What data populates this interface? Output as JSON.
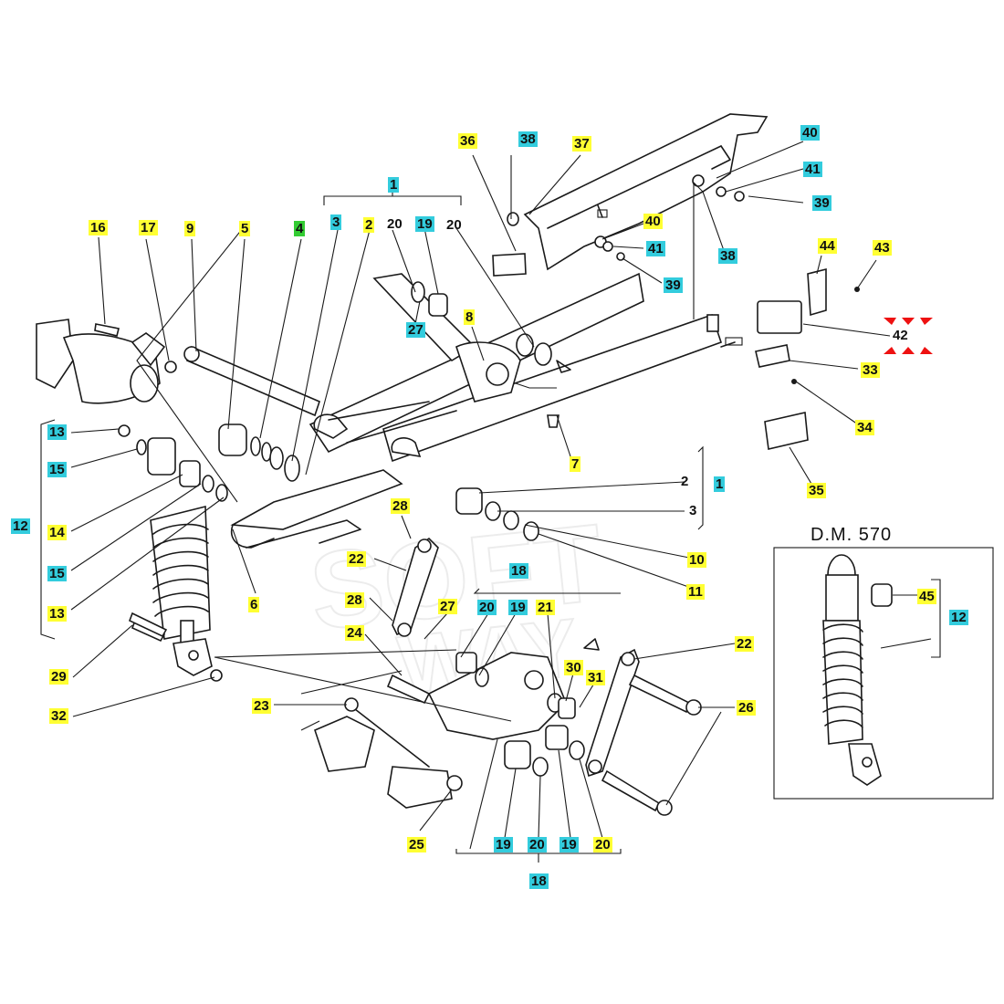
{
  "detail_title": "D.M. 570",
  "colors": {
    "yellow": "#ffff33",
    "cyan": "#33ccdd",
    "green": "#33cc33",
    "marker": "#ee1111"
  },
  "callouts": [
    {
      "text": "1",
      "hl": "cyan"
    },
    {
      "text": "36",
      "hl": "yellow"
    },
    {
      "text": "38",
      "hl": "cyan"
    },
    {
      "text": "37",
      "hl": "yellow"
    },
    {
      "text": "40",
      "hl": "cyan"
    },
    {
      "text": "41",
      "hl": "cyan"
    },
    {
      "text": "39",
      "hl": "cyan"
    },
    {
      "text": "40",
      "hl": "yellow"
    },
    {
      "text": "41",
      "hl": "cyan"
    },
    {
      "text": "39",
      "hl": "cyan"
    },
    {
      "text": "38",
      "hl": "cyan"
    },
    {
      "text": "44",
      "hl": "yellow"
    },
    {
      "text": "43",
      "hl": "yellow"
    },
    {
      "text": "33",
      "hl": "yellow"
    },
    {
      "text": "34",
      "hl": "yellow"
    },
    {
      "text": "35",
      "hl": "yellow"
    },
    {
      "text": "16",
      "hl": "yellow"
    },
    {
      "text": "17",
      "hl": "yellow"
    },
    {
      "text": "9",
      "hl": "yellow"
    },
    {
      "text": "5",
      "hl": "yellow"
    },
    {
      "text": "4",
      "hl": "green"
    },
    {
      "text": "3",
      "hl": "cyan"
    },
    {
      "text": "2",
      "hl": "yellow"
    },
    {
      "text": "20",
      "hl": "none"
    },
    {
      "text": "19",
      "hl": "cyan"
    },
    {
      "text": "20",
      "hl": "none"
    },
    {
      "text": "27",
      "hl": "cyan"
    },
    {
      "text": "8",
      "hl": "yellow"
    },
    {
      "text": "7",
      "hl": "yellow"
    },
    {
      "text": "2",
      "hl": "none"
    },
    {
      "text": "1",
      "hl": "cyan"
    },
    {
      "text": "3",
      "hl": "none"
    },
    {
      "text": "10",
      "hl": "yellow"
    },
    {
      "text": "11",
      "hl": "yellow"
    },
    {
      "text": "13",
      "hl": "cyan"
    },
    {
      "text": "15",
      "hl": "cyan"
    },
    {
      "text": "12",
      "hl": "cyan"
    },
    {
      "text": "14",
      "hl": "yellow"
    },
    {
      "text": "15",
      "hl": "cyan"
    },
    {
      "text": "13",
      "hl": "yellow"
    },
    {
      "text": "6",
      "hl": "yellow"
    },
    {
      "text": "28",
      "hl": "yellow"
    },
    {
      "text": "22",
      "hl": "yellow"
    },
    {
      "text": "18",
      "hl": "cyan"
    },
    {
      "text": "28",
      "hl": "yellow"
    },
    {
      "text": "27",
      "hl": "yellow"
    },
    {
      "text": "20",
      "hl": "cyan"
    },
    {
      "text": "19",
      "hl": "cyan"
    },
    {
      "text": "21",
      "hl": "yellow"
    },
    {
      "text": "24",
      "hl": "yellow"
    },
    {
      "text": "22",
      "hl": "yellow"
    },
    {
      "text": "26",
      "hl": "yellow"
    },
    {
      "text": "30",
      "hl": "yellow"
    },
    {
      "text": "31",
      "hl": "yellow"
    },
    {
      "text": "29",
      "hl": "yellow"
    },
    {
      "text": "32",
      "hl": "yellow"
    },
    {
      "text": "23",
      "hl": "yellow"
    },
    {
      "text": "25",
      "hl": "yellow"
    },
    {
      "text": "19",
      "hl": "cyan"
    },
    {
      "text": "20",
      "hl": "cyan"
    },
    {
      "text": "19",
      "hl": "cyan"
    },
    {
      "text": "20",
      "hl": "yellow"
    },
    {
      "text": "18",
      "hl": "cyan"
    },
    {
      "text": "45",
      "hl": "yellow"
    },
    {
      "text": "12",
      "hl": "cyan"
    }
  ],
  "marker": {
    "text": "42"
  }
}
